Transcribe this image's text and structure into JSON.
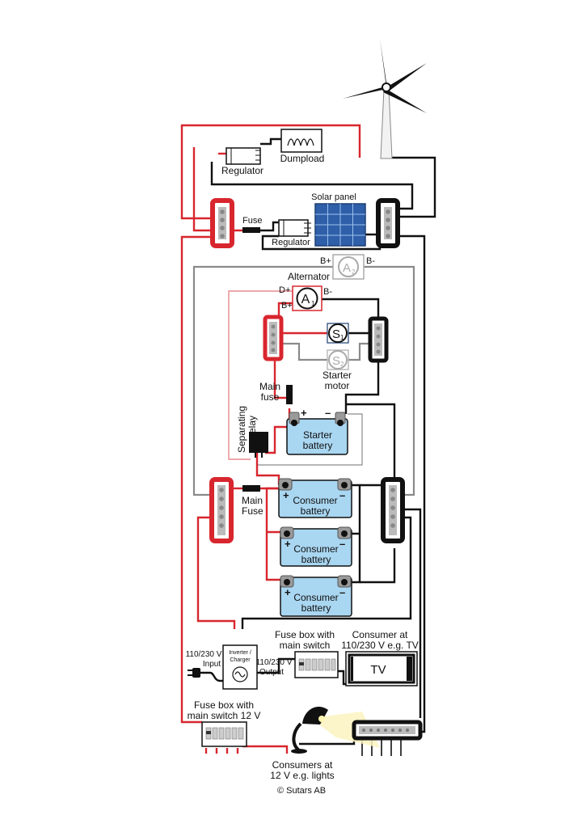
{
  "labels": {
    "dumpload": "Dumpload",
    "regulator_top": "Regulator",
    "solar_panel": "Solar panel",
    "fuse": "Fuse",
    "regulator_solar": "Regulator",
    "a2_bplus": "B+",
    "a2_bminus": "B-",
    "alternator": "Alternator",
    "dplus": "D+",
    "a1_bminus": "B-",
    "a1_bplus": "B+",
    "starter_motor_line1": "Starter",
    "starter_motor_line2": "motor",
    "main_fuse_line1": "Main",
    "main_fuse_line2": "fuse",
    "separating_relay_line1": "Separating",
    "separating_relay_line2": "relay",
    "starter_battery_line1": "Starter",
    "starter_battery_line2": "battery",
    "main_fuse2_line1": "Main",
    "main_fuse2_line2": "Fuse",
    "consumer_battery_line1": "Consumer",
    "consumer_battery_line2": "battery",
    "inverter_line1": "Inverter /",
    "inverter_line2": "Charger",
    "input_line1": "110/230 V",
    "input_line2": "Input",
    "output_line1": "110/230 V",
    "output_line2": "Output",
    "fusebox_ac_line1": "Fuse box with",
    "fusebox_ac_line2": "main switch",
    "consumer_ac_line1": "Consumer at",
    "consumer_ac_line2": "110/230 V e.g. TV",
    "tv": "TV",
    "fusebox_12_line1": "Fuse box with",
    "fusebox_12_line2": "main switch 12 V",
    "consumers12_line1": "Consumers at",
    "consumers12_line2": "12 V e.g. lights",
    "copyright": "© Sutars AB",
    "plus": "+",
    "minus": "–"
  },
  "meters": {
    "a1_letter": "A",
    "a1_sub": "1",
    "a2_letter": "A",
    "a2_sub": "2",
    "s1_letter": "S",
    "s1_sub": "1",
    "s2_letter": "S",
    "s2_sub": "2"
  },
  "colors": {
    "positive": "#d8262e",
    "negative": "#111111",
    "auxiliary": "#8a8a8a",
    "battery_fill": "#a9d6f1",
    "solar": "#2f5fa8"
  }
}
